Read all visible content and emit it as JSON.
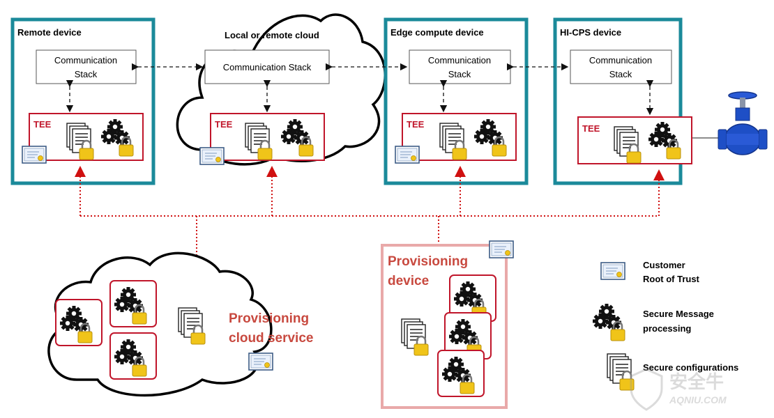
{
  "devices": {
    "remote": {
      "title": "Remote device",
      "stack_line1": "Communication",
      "stack_line2": "Stack",
      "tee": "TEE"
    },
    "cloud": {
      "title": "Local or remote cloud",
      "stack_line1": "Communication Stack",
      "tee": "TEE"
    },
    "edge": {
      "title": "Edge compute device",
      "stack_line1": "Communication",
      "stack_line2": "Stack",
      "tee": "TEE"
    },
    "hicps": {
      "title": "HI-CPS device",
      "stack_line1": "Communication",
      "stack_line2": "Stack",
      "tee": "TEE"
    }
  },
  "provisioning": {
    "cloud_line1": "Provisioning",
    "cloud_line2": "cloud service",
    "device_line1": "Provisioning",
    "device_line2": "device"
  },
  "legend": {
    "rot_line1": "Customer",
    "rot_line2": "Root of Trust",
    "smp_line1": "Secure Message",
    "smp_line2": "processing",
    "sc": "Secure configurations"
  },
  "watermark": {
    "cn": "安全牛",
    "en": "AQNIU.COM"
  },
  "colors": {
    "teal": "#1b8a9a",
    "red": "#c0152a",
    "pink": "#e9a9a9",
    "provisioning_text": "#c8493f",
    "gold": "#f0c419",
    "valve": "#1e4fc6"
  }
}
